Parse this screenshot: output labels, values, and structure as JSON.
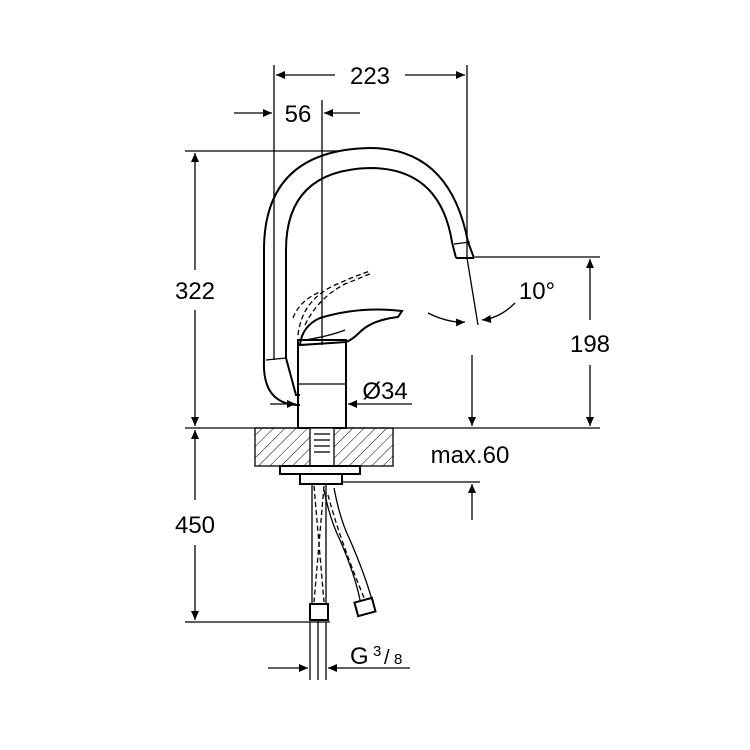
{
  "dimensions": {
    "spout_reach": "223",
    "handle_offset": "56",
    "total_height": "322",
    "spout_height": "198",
    "spout_angle": "10°",
    "body_diameter": "Ø34",
    "max_counter": "max.60",
    "hose_length": "450",
    "connection_thread_main": "G",
    "connection_thread_num": "3",
    "connection_thread_den": "8"
  }
}
